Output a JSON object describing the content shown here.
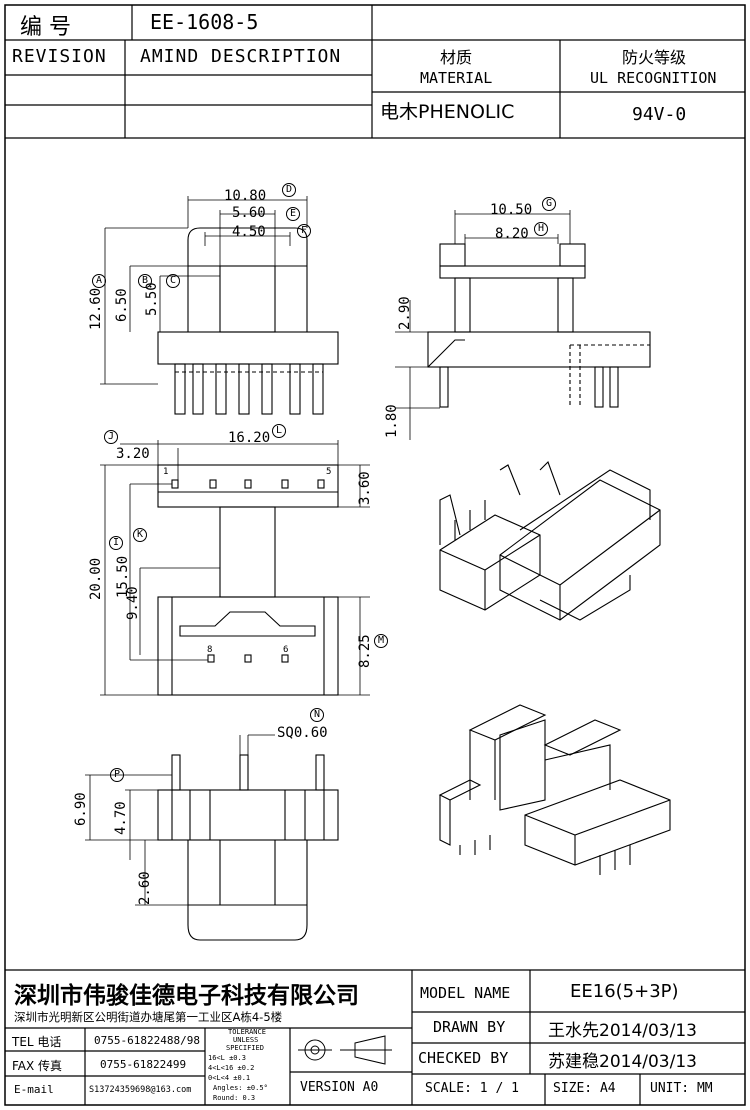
{
  "header": {
    "code_label": "编  号",
    "code_value": "EE-1608-5",
    "revision_label": "REVISION",
    "amend_label": "AMIND DESCRIPTION",
    "material_cn": "材质",
    "material_en": "MATERIAL",
    "material_value": "电木PHENOLIC",
    "ul_cn": "防火等级",
    "ul_en": "UL RECOGNITION",
    "ul_value": "94V-0"
  },
  "dimensions": {
    "top_view": {
      "d": "10.80",
      "e": "5.60",
      "f": "4.50",
      "a": "12.60",
      "b": "6.50",
      "c": "5.50"
    },
    "side_view": {
      "g": "10.50",
      "h": "8.20",
      "h1": "2.90",
      "h2": "1.80"
    },
    "bottom_view": {
      "l": "16.20",
      "j": "3.20",
      "m": "3.60",
      "total": "20.00",
      "k": "15.50",
      "i": "9.40",
      "n": "8.25",
      "pin1": "1",
      "pin5": "5",
      "pin8": "8",
      "pin6": "6"
    },
    "front_view": {
      "sq": "SQ0.60",
      "p": "6.90",
      "q": "4.70",
      "r": "2.60"
    },
    "markers": [
      "A",
      "B",
      "C",
      "D",
      "E",
      "F",
      "G",
      "H",
      "I",
      "J",
      "K",
      "L",
      "M",
      "N",
      "P"
    ]
  },
  "footer": {
    "company": "深圳市伟骏佳德电子科技有限公司",
    "address": "深圳市光明新区公明街道办塘尾第一工业区A栋4-5楼",
    "tel_label": "TEL 电话",
    "tel": "0755-61822488/98",
    "fax_label": "FAX 传真",
    "fax": "0755-61822499",
    "email_label": "E-mail",
    "email": "S13724359698@163.com",
    "tolerance": [
      "TOLERANCE",
      "UNLESS",
      "SPECIFIED",
      "16<L      ±0.3",
      "4<L<16    ±0.2",
      "0<L<4     ±0.1",
      "Angles: ±0.5°",
      "Round: 0.3"
    ],
    "version": "VERSION A0",
    "model_label": "MODEL NAME",
    "model_value": "EE16(5+3P)",
    "drawn_label": "DRAWN BY",
    "drawn_value": "王水先2014/03/13",
    "checked_label": "CHECKED BY",
    "checked_value": "苏建稳2014/03/13",
    "scale": "SCALE: 1 / 1",
    "size": "SIZE: A4",
    "unit": "UNIT: MM"
  }
}
